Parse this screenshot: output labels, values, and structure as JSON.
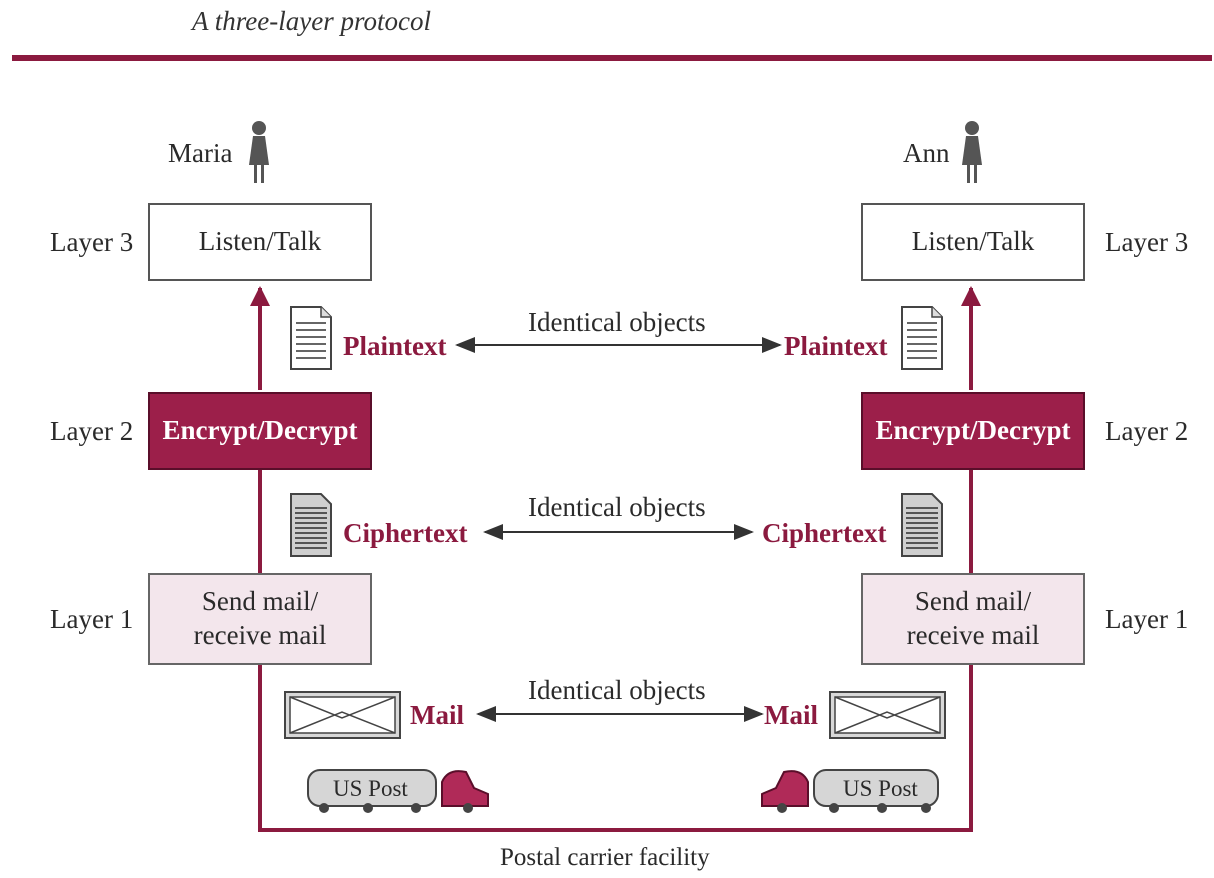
{
  "title": "A three-layer protocol",
  "people": {
    "left": "Maria",
    "right": "Ann"
  },
  "layers": {
    "layer3": {
      "label": "Layer 3",
      "box": "Listen/Talk"
    },
    "layer2": {
      "label": "Layer 2",
      "box": "Encrypt/Decrypt"
    },
    "layer1": {
      "label": "Layer 1",
      "box_line1": "Send mail/",
      "box_line2": "receive mail"
    }
  },
  "objects": {
    "plaintext": "Plaintext",
    "ciphertext": "Ciphertext",
    "mail": "Mail",
    "identical": "Identical objects"
  },
  "truck_label": "US Post",
  "bottom_label": "Postal carrier facility",
  "colors": {
    "accent": "#8b1a3f",
    "layer2_fill": "#9c1f4a",
    "layer1_fill": "#f3e6ec"
  }
}
